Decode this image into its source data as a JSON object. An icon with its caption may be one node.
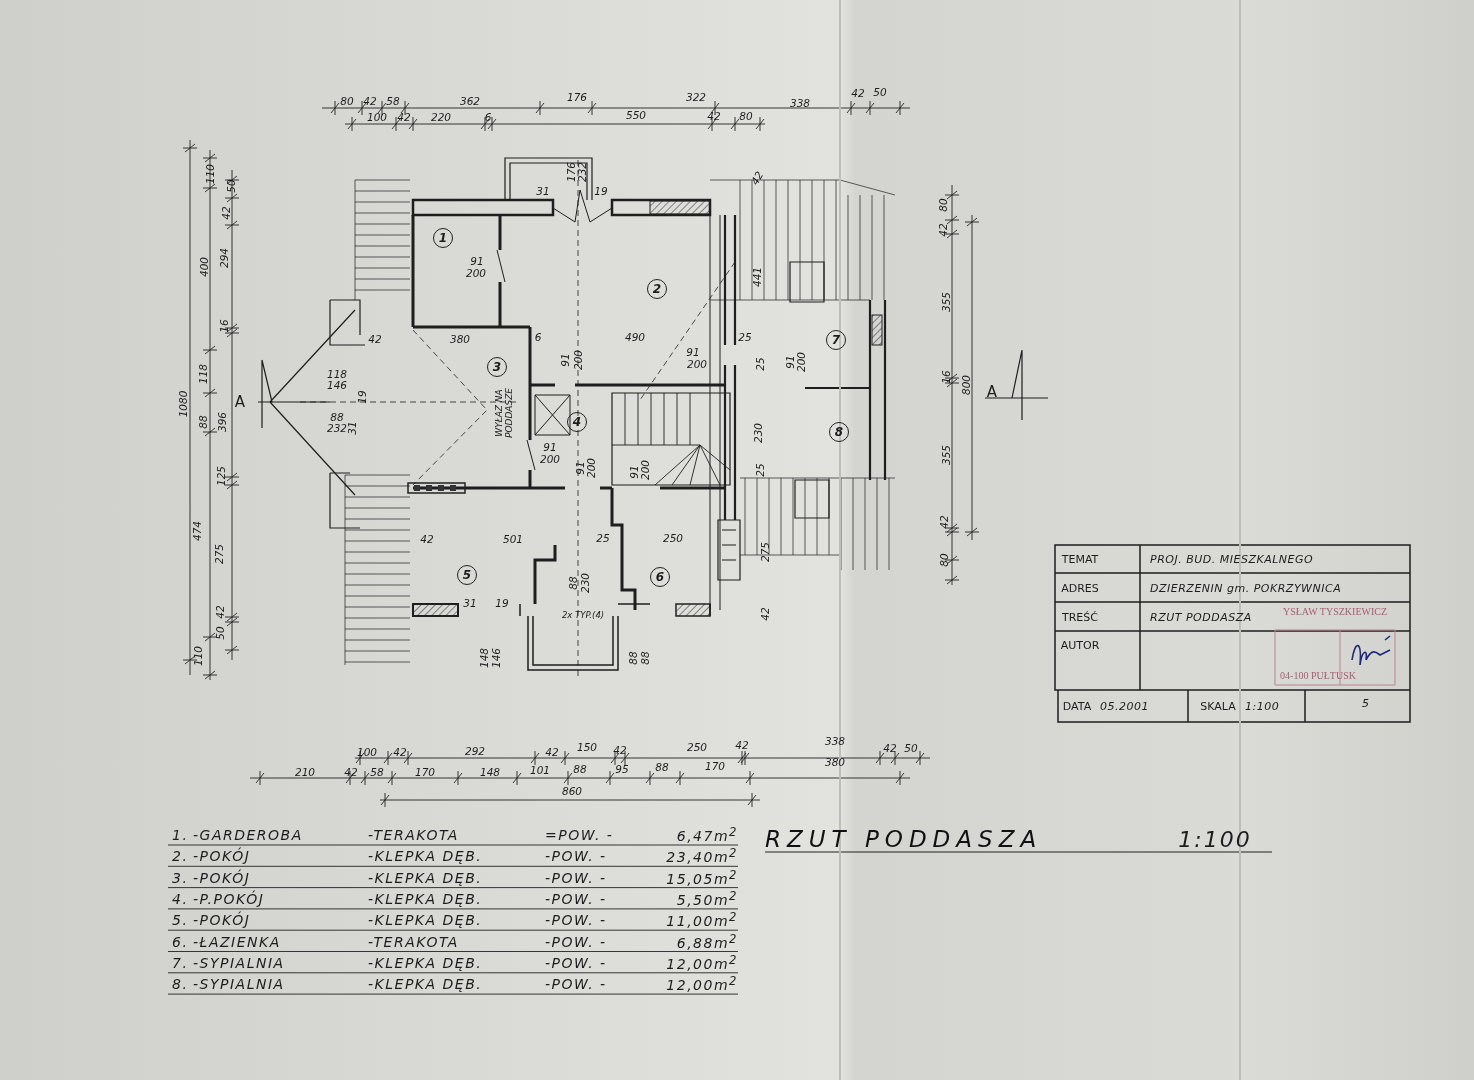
{
  "diagram": {
    "title": "RZUT PODDASZA",
    "labels": [
      "80",
      "42",
      "58",
      "362",
      "176",
      "322",
      "338",
      "42",
      "50",
      "100",
      "42",
      "220",
      "6",
      "550",
      "42",
      "80",
      "176",
      "232",
      "31",
      "19",
      "42",
      "1080",
      "110",
      "50",
      "42",
      "400",
      "294",
      "16",
      "118",
      "88",
      "396",
      "125",
      "474",
      "275",
      "42",
      "50",
      "110",
      "A",
      "1",
      "2",
      "3",
      "4",
      "5",
      "6",
      "7",
      "8",
      "91",
      "200",
      "42",
      "380",
      "6",
      "490",
      "25",
      "441",
      "118",
      "146",
      "19",
      "88",
      "232",
      "31",
      "91",
      "200",
      "91",
      "200",
      "25",
      "91",
      "200",
      "WYŁAZ NA PODDASZE",
      "91",
      "200",
      "91",
      "200",
      "91",
      "200",
      "230",
      "25",
      "42",
      "501",
      "25",
      "250",
      "275",
      "42",
      "88",
      "230",
      "31",
      "19",
      "2x TYP.(4)",
      "148",
      "146",
      "88",
      "88",
      "80",
      "42",
      "355",
      "16",
      "800",
      "355",
      "42",
      "80",
      "A",
      "TEMAT",
      "PROJ. BUD. MIESZKALNEGO",
      "ADRES",
      "DZIERZENIN gm. POKRZYWNICA",
      "TREŚĆ",
      "RZUT PODDASZA",
      "AUTOR",
      "YSŁAW TYSZKIEWICZ",
      "04-100 PUŁTUSK",
      "DATA",
      "05.2001",
      "SKALA",
      "1:100",
      "5",
      "100",
      "42",
      "292",
      "42",
      "150",
      "42",
      "250",
      "42",
      "338",
      "42",
      "50",
      "210",
      "42",
      "58",
      "170",
      "148",
      "101",
      "88",
      "95",
      "88",
      "170",
      "380",
      "860",
      "1.",
      "-GARDEROBA",
      "-TERAKOTA",
      "=POW. -",
      "6,47m$^{2}$",
      "2.",
      "-POKÓJ",
      "-KLEPKA DĘB.",
      "-POW. -",
      "23,40m$^{2}$",
      "3.",
      "-POKÓJ",
      "-KLEPKA DĘB.",
      "-POW. -",
      "15,05m$^{2}$",
      "4.",
      "-P.POKÓJ",
      "-KLEPKA DĘB.",
      "-POW. -",
      "5,50m$^{2}$",
      "5.",
      "-POKÓJ",
      "-KLEPKA DĘB.",
      "-POW. -",
      "11,00m$^{2}$",
      "6.",
      "-ŁAZIENKA",
      "-TERAKOTA",
      "-POW. -",
      "6,88m$^{2}$",
      "7.",
      "-SYPIALNIA",
      "-KLEPKA DĘB.",
      "-POW. -",
      "12,00m$^{2}$",
      "8.",
      "-SYPIALNIA",
      "-KLEPKA DĘB.",
      "-POW. -",
      "12,00m$^{2}$",
      "1:100"
    ]
  }
}
